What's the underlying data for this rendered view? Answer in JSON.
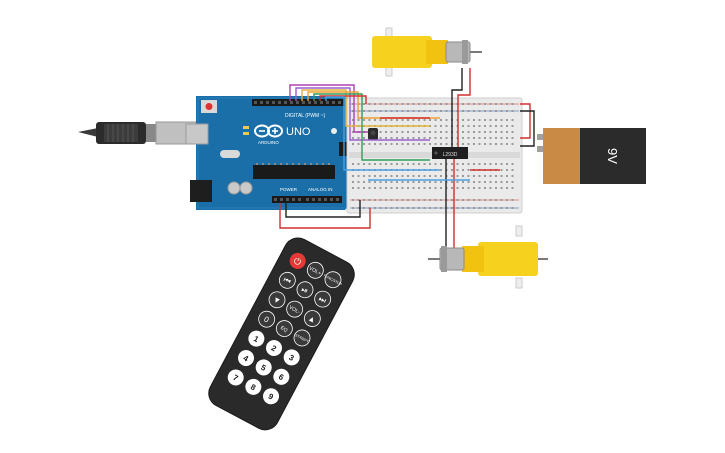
{
  "arduino": {
    "brand_uno": "UNO",
    "brand_arduino": "ARDUINO",
    "label_digital": "DIGITAL (PWM ~)",
    "label_power": "POWER",
    "label_analog": "ANALOG IN"
  },
  "breadboard": {
    "chip_label": "L293D"
  },
  "battery": {
    "label": "9V"
  },
  "remote": {
    "btn_power": "⏻",
    "btn_vol_up": "VOL+",
    "btn_func": "FUNC/STOP",
    "btn_rewind": "⏮",
    "btn_play": "⏯",
    "btn_forward": "⏭",
    "btn_down": "▼",
    "btn_vol_down": "VOL-",
    "btn_up": "▲",
    "btn_0": "0",
    "btn_eq": "EQ",
    "btn_st_rept": "ST/REPT",
    "btn_1": "1",
    "btn_2": "2",
    "btn_3": "3",
    "btn_4": "4",
    "btn_5": "5",
    "btn_6": "6",
    "btn_7": "7",
    "btn_8": "8",
    "btn_9": "9"
  },
  "colors": {
    "board_blue": "#1b6fa8",
    "board_dark": "#0f5a8c",
    "motor_yellow": "#f6d21f",
    "battery_orange": "#c98a45",
    "battery_black": "#2b2b2b",
    "remote_body": "#2a2a2a",
    "remote_power": "#e53935",
    "wire_red": "#d32f2f",
    "wire_black": "#222222"
  }
}
